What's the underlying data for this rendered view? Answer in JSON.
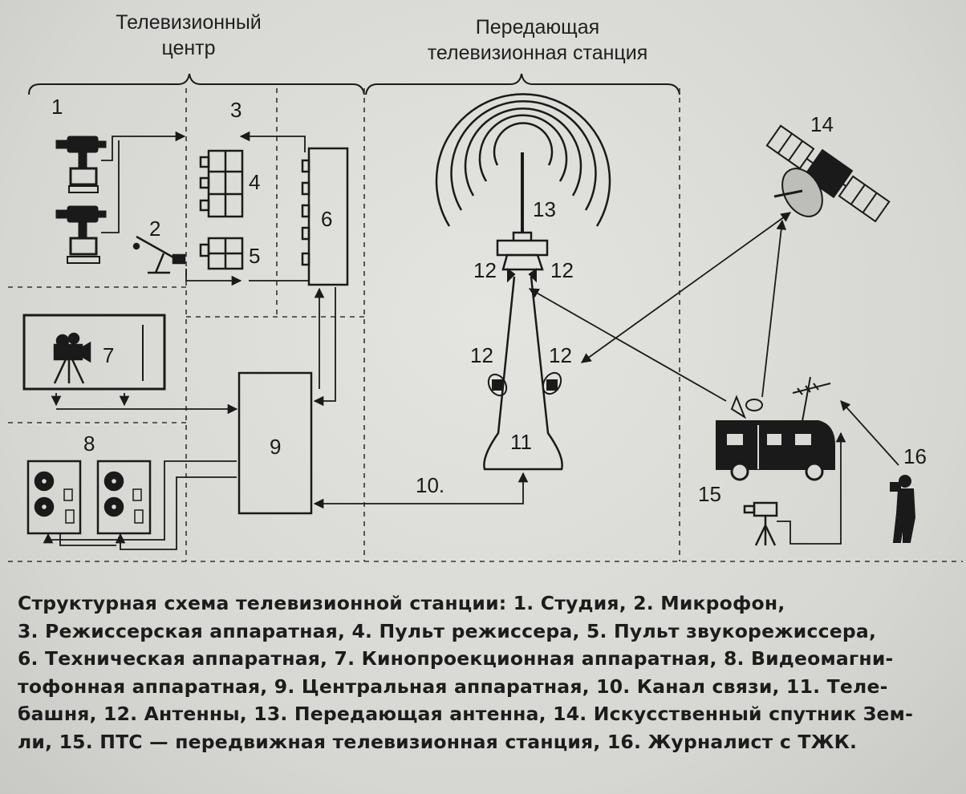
{
  "headers": {
    "tv_center_line1": "Телевизионный",
    "tv_center_line2": "центр",
    "tx_station_line1": "Передающая",
    "tx_station_line2": "телевизионная станция"
  },
  "labels": {
    "n1": "1",
    "n2": "2",
    "n3": "3",
    "n4": "4",
    "n5": "5",
    "n6": "6",
    "n7": "7",
    "n8": "8",
    "n9": "9",
    "n10": "10.",
    "n11": "11",
    "n12a": "12",
    "n12b": "12",
    "n12c": "12",
    "n12d": "12",
    "n13": "13",
    "n14": "14",
    "n15": "15",
    "n16": "16"
  },
  "caption": {
    "line1": "Структурная схема телевизионной станции: 1. Студия, 2. Микрофон,",
    "line2": "3. Режиссерская аппаратная, 4. Пульт режиссера, 5. Пульт звукорежиссера,",
    "line3": "6. Техническая аппаратная, 7. Кинопроекционная аппаратная, 8. Видеомагни-",
    "line4": "тофонная аппаратная, 9. Центральная аппаратная, 10. Канал связи, 11. Теле-",
    "line5": "башня, 12. Антенны, 13. Передающая антенна, 14. Искусственный спутник Зем-",
    "line6": "ли, 15. ПТС — передвижная телевизионная станция, 16. Журналист с ТЖК."
  }
}
